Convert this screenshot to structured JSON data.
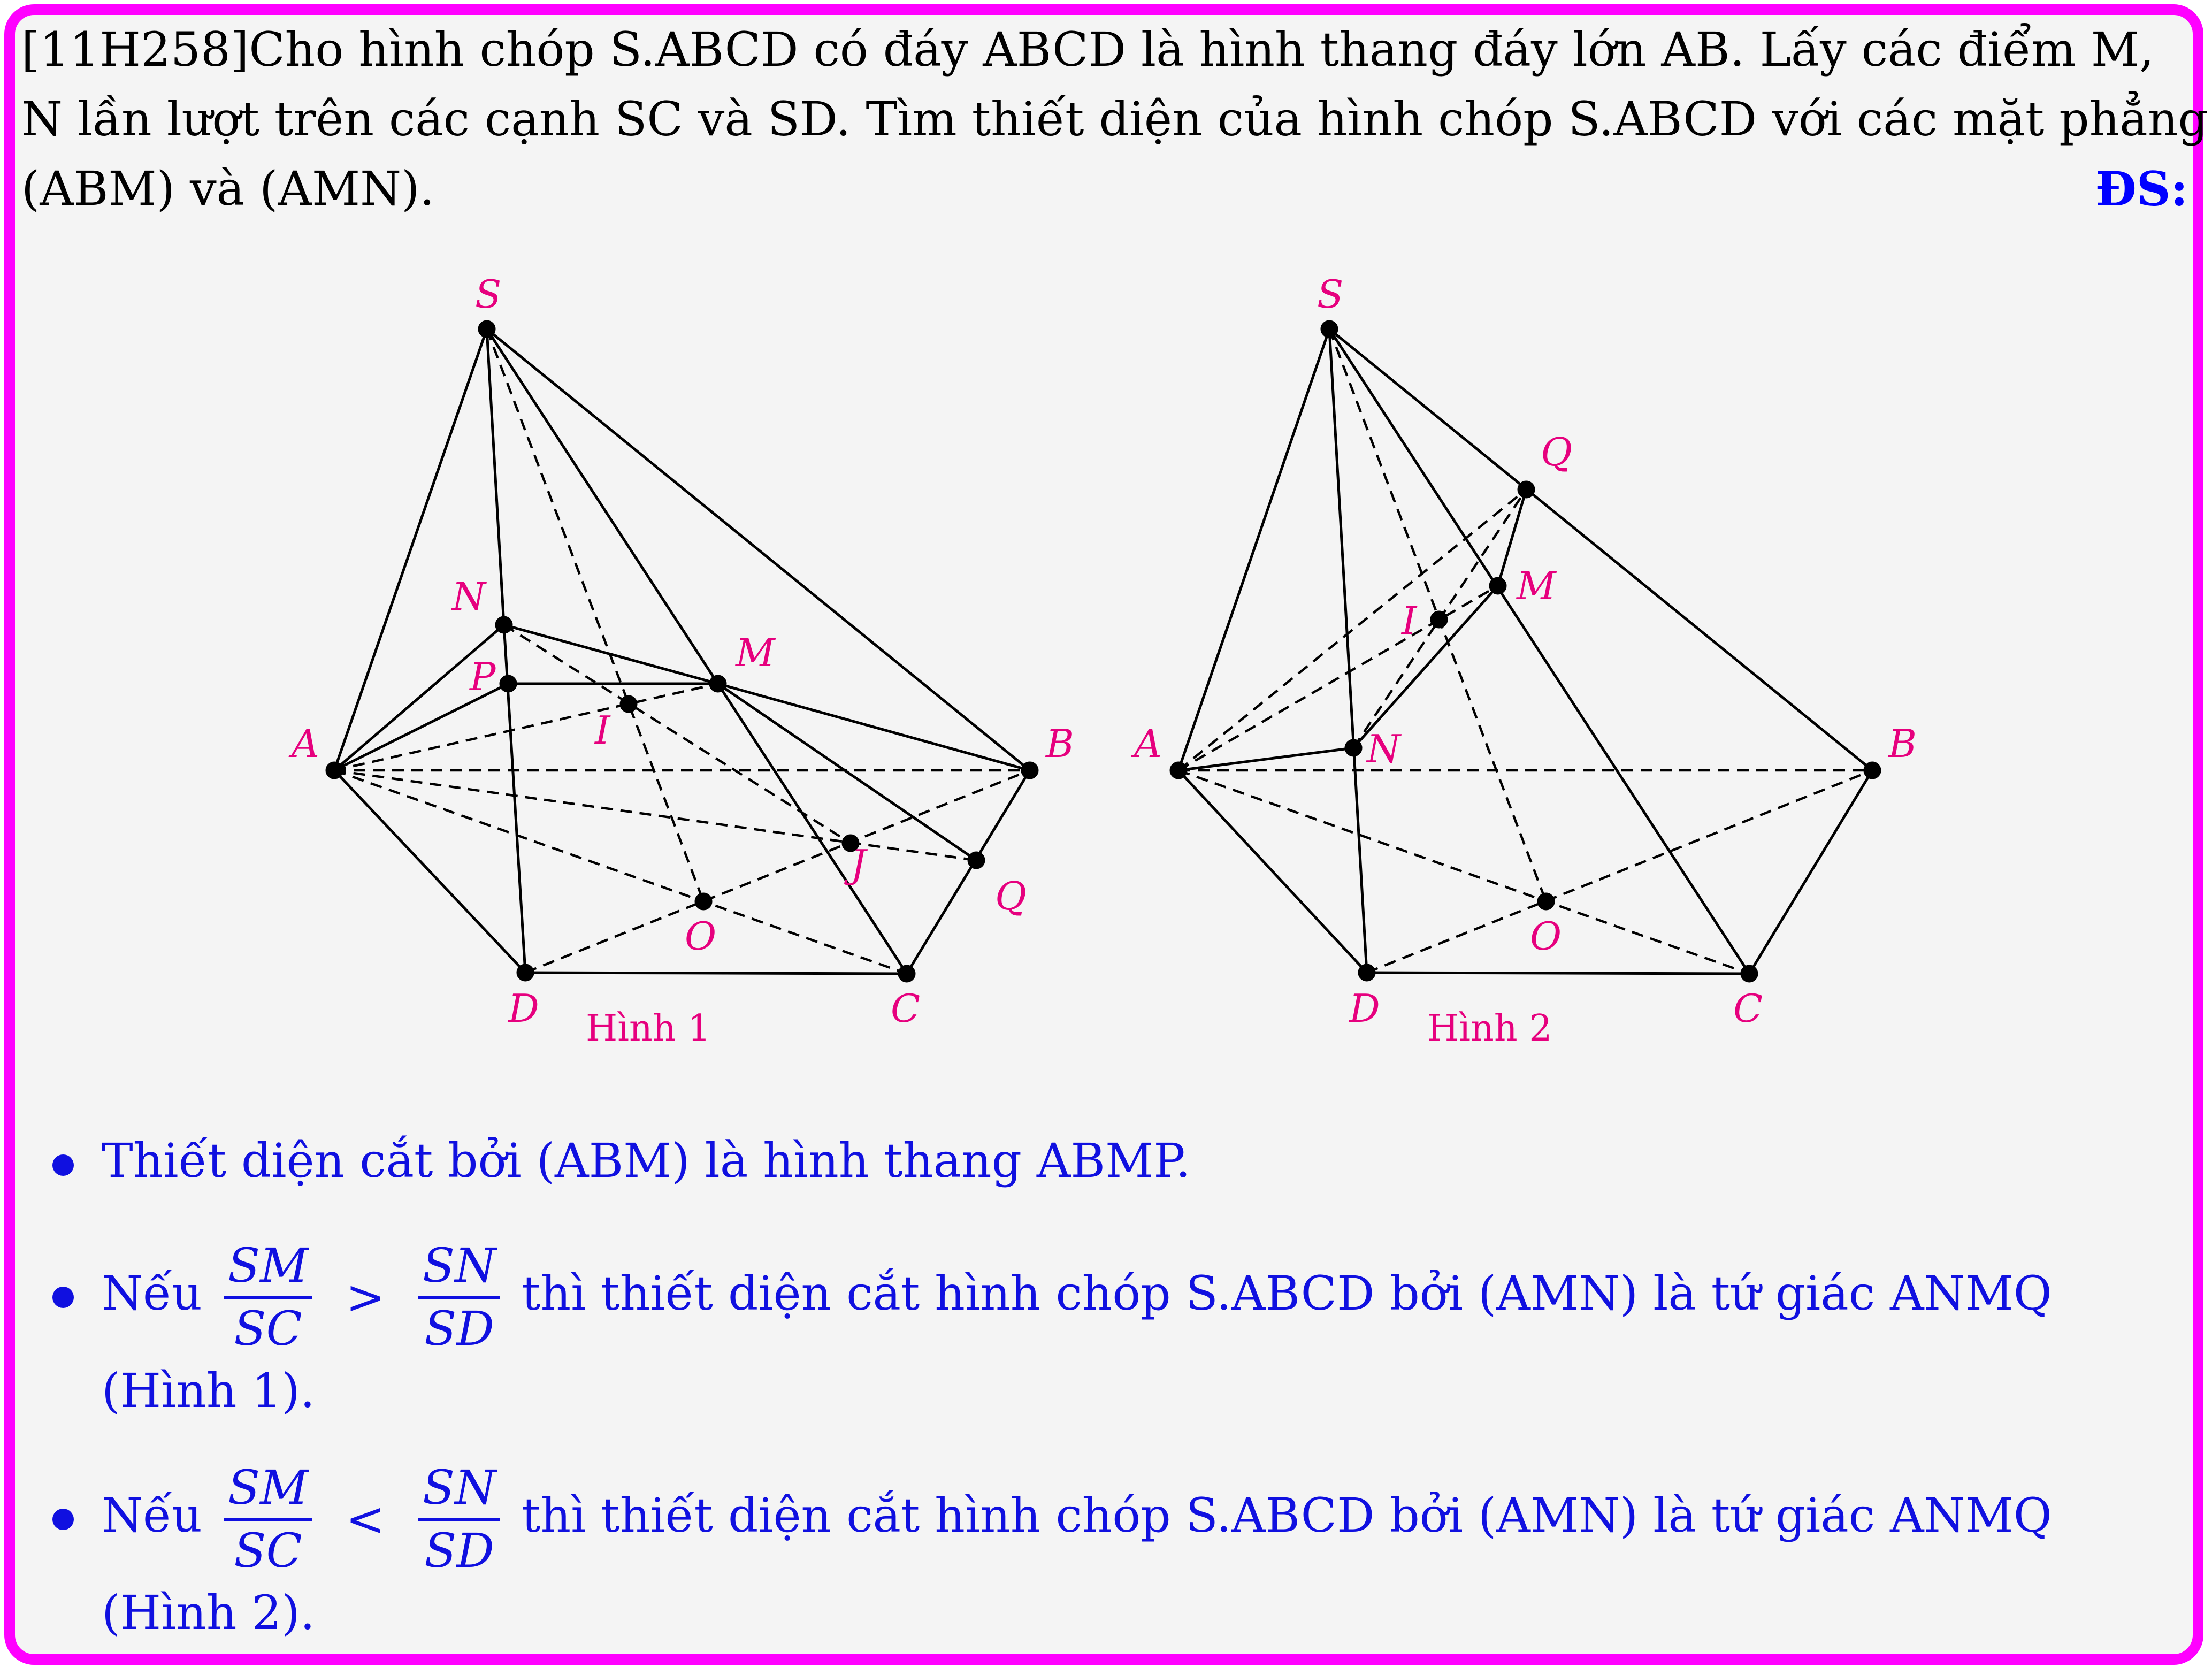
{
  "problem": {
    "line1": "[11H258]Cho hình chóp S.ABCD có đáy ABCD là hình thang đáy lớn AB. Lấy các điểm M,",
    "line2": "N lần lượt trên các cạnh SC và SD. Tìm thiết diện của hình chóp S.ABCD với các mặt phẳng",
    "line3": "(ABM) và (AMN).",
    "answer_label": "ĐS:"
  },
  "figure1": {
    "caption": "Hình 1",
    "labels": {
      "S": "S",
      "N": "N",
      "P": "P",
      "M": "M",
      "I": "I",
      "A": "A",
      "B": "B",
      "J": "J",
      "Q": "Q",
      "O": "O",
      "D": "D",
      "C": "C"
    }
  },
  "figure2": {
    "caption": "Hình 2",
    "labels": {
      "S": "S",
      "Q": "Q",
      "M": "M",
      "I": "I",
      "A": "A",
      "N": "N",
      "B": "B",
      "O": "O",
      "D": "D",
      "C": "C"
    }
  },
  "answers": {
    "b1": "Thiết diện cắt bởi (ABM) là hình thang ABMP.",
    "b2_pre": "Nếu",
    "b2_num1": "SM",
    "b2_den1": "SC",
    "b2_op": ">",
    "b2_num2": "SN",
    "b2_den2": "SD",
    "b2_post": "thì thiết diện cắt hình chóp S.ABCD bởi (AMN) là tứ giác ANMQ",
    "b2_ref": "(Hình 1).",
    "b3_pre": "Nếu",
    "b3_num1": "SM",
    "b3_den1": "SC",
    "b3_op": "<",
    "b3_num2": "SN",
    "b3_den2": "SD",
    "b3_post": "thì thiết diện cắt hình chóp S.ABCD bởi (AMN) là tứ giác ANMQ",
    "b3_ref": "(Hình 2)."
  },
  "colors": {
    "border": "#ff00ff",
    "label": "#e6007e",
    "answer": "#1010e0",
    "background": "#f4f4f4"
  }
}
